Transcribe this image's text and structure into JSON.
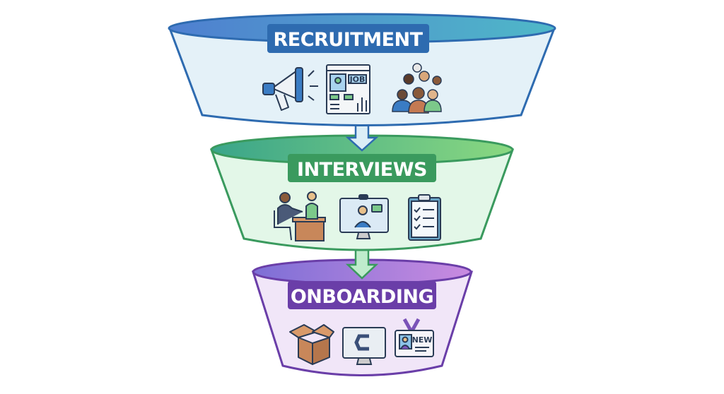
{
  "stages": [
    {
      "title": "RECRUITMENT",
      "color": "#2e6bb0",
      "icons": [
        "megaphone-icon",
        "job-posting-icon",
        "crowd-icon"
      ],
      "job_text": "JOB"
    },
    {
      "title": "INTERVIEWS",
      "color": "#3a9a5e",
      "icons": [
        "handshake-interview-icon",
        "video-call-icon",
        "checklist-clipboard-icon"
      ]
    },
    {
      "title": "ONBOARDING",
      "color": "#6a3ea8",
      "icons": [
        "open-box-icon",
        "computer-setup-icon",
        "new-id-badge-icon"
      ],
      "badge_text": "NEW"
    }
  ]
}
